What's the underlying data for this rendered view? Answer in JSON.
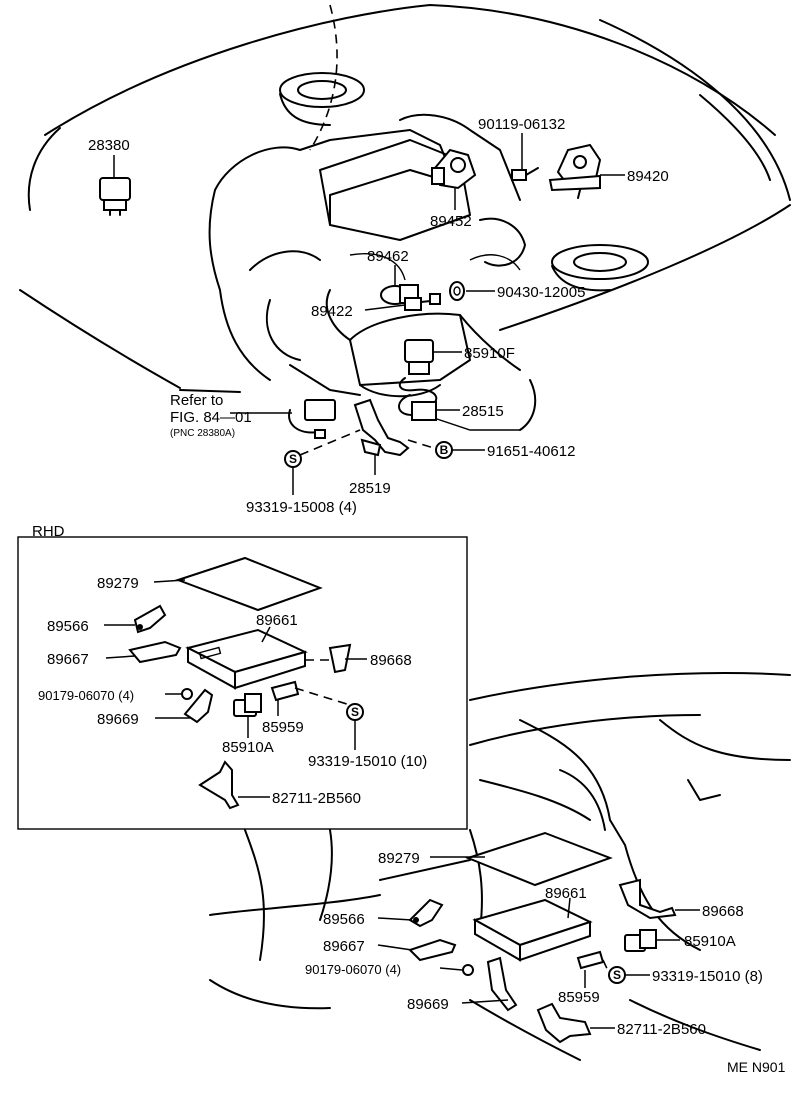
{
  "section_label": "RHD",
  "diagram_code": "ME N901",
  "refer": {
    "line1": "Refer to",
    "line2": "FIG. 84—01",
    "line3": "(PNC 28380A)"
  },
  "markers": {
    "s": "S",
    "b": "B"
  },
  "parts_top": [
    "28380",
    "90119-06132",
    "89420",
    "89452",
    "89462",
    "89422",
    "90430-12005",
    "85910F",
    "28515",
    "91651-40612",
    "28519",
    "93319-15008 (4)"
  ],
  "parts_rhd": [
    "89279",
    "89566",
    "89661",
    "89667",
    "89668",
    "90179-06070 (4)",
    "89669",
    "85959",
    "85910A",
    "93319-15010 (10)",
    "82711-2B560"
  ],
  "parts_lhd": [
    "89279",
    "89661",
    "89668",
    "89566",
    "89667",
    "85910A",
    "90179-06070 (4)",
    "93319-15010 (8)",
    "85959",
    "89669",
    "82711-2B560"
  ]
}
